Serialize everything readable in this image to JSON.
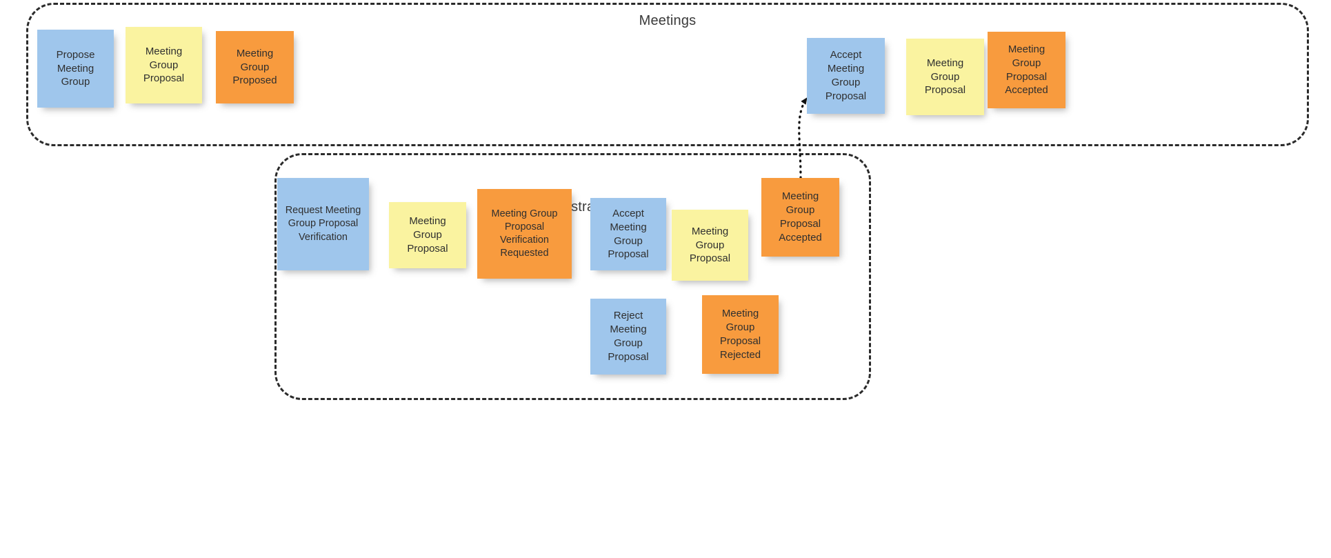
{
  "board": {
    "background": "#ffffff",
    "colors": {
      "command": "#9fc6ec",
      "aggregate": "#faf3a0",
      "event": "#f89b3e",
      "lane_border": "#2b2b2b",
      "text": "#2f2f2f"
    }
  },
  "lanes": [
    {
      "id": "meetings",
      "title": "Meetings"
    },
    {
      "id": "administration",
      "title": "Administration"
    }
  ],
  "notes": {
    "meetings": [
      {
        "id": "m1",
        "kind": "command",
        "label": "Propose Meeting Group"
      },
      {
        "id": "m2",
        "kind": "aggregate",
        "label": "Meeting Group Proposal"
      },
      {
        "id": "m3",
        "kind": "event",
        "label": "Meeting Group Proposed"
      },
      {
        "id": "m4",
        "kind": "command",
        "label": "Accept Meeting Group Proposal"
      },
      {
        "id": "m5",
        "kind": "aggregate",
        "label": "Meeting Group Proposal"
      },
      {
        "id": "m6",
        "kind": "event",
        "label": "Meeting Group Proposal Accepted"
      }
    ],
    "administration": [
      {
        "id": "a1",
        "kind": "command",
        "label": "Request Meeting Group Proposal Verification"
      },
      {
        "id": "a2",
        "kind": "aggregate",
        "label": "Meeting Group Proposal"
      },
      {
        "id": "a3",
        "kind": "event",
        "label": "Meeting Group Proposal Verification Requested"
      },
      {
        "id": "a4",
        "kind": "command",
        "label": "Accept Meeting Group Proposal"
      },
      {
        "id": "a5",
        "kind": "aggregate",
        "label": "Meeting Group Proposal"
      },
      {
        "id": "a6",
        "kind": "event",
        "label": "Meeting Group Proposal Accepted"
      },
      {
        "id": "a7",
        "kind": "command",
        "label": "Reject Meeting Group Proposal"
      },
      {
        "id": "a8",
        "kind": "event",
        "label": "Meeting Group Proposal Rejected"
      }
    ]
  },
  "connectors": [
    {
      "id": "c1",
      "from": "a6",
      "to": "m4",
      "style": "dotted",
      "arrowhead": "filled-triangle"
    }
  ]
}
